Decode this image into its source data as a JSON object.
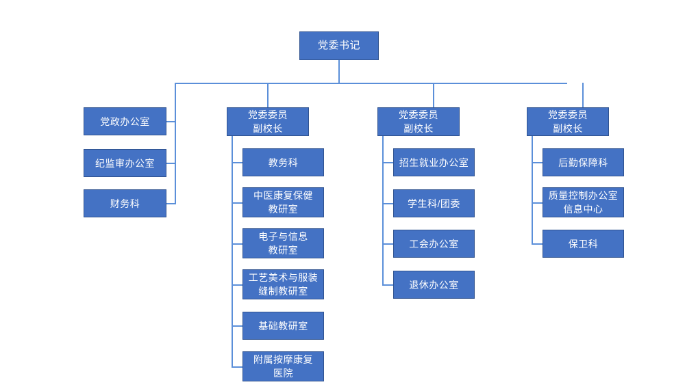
{
  "chart_title": "",
  "colors": {
    "node_fill": "#4472C4",
    "node_border": "#2F528F",
    "node_text": "#FFFFFF",
    "connector": "#5B8FD9",
    "background": "#FFFFFF"
  },
  "chart_data": {
    "type": "diagram",
    "diagram_kind": "organizational-chart",
    "orientation": "top-down",
    "root": {
      "id": "root",
      "label": "党委书记"
    },
    "columns": [
      {
        "id": "col1",
        "header": null,
        "attachment": "right",
        "nodes": [
          {
            "id": "c1n1",
            "label": "党政办公室"
          },
          {
            "id": "c1n2",
            "label": "纪监审办公室"
          },
          {
            "id": "c1n3",
            "label": "财务科"
          }
        ]
      },
      {
        "id": "col2",
        "header": {
          "id": "c2h",
          "label": "党委委员\n副校长"
        },
        "attachment": "left",
        "nodes": [
          {
            "id": "c2n1",
            "label": "教务科"
          },
          {
            "id": "c2n2",
            "label": "中医康复保健\n教研室"
          },
          {
            "id": "c2n3",
            "label": "电子与信息\n教研室"
          },
          {
            "id": "c2n4",
            "label": "工艺美术与服装\n缝制教研室"
          },
          {
            "id": "c2n5",
            "label": "基础教研室"
          },
          {
            "id": "c2n6",
            "label": "附属按摩康复\n医院"
          }
        ]
      },
      {
        "id": "col3",
        "header": {
          "id": "c3h",
          "label": "党委委员\n副校长"
        },
        "attachment": "left",
        "nodes": [
          {
            "id": "c3n1",
            "label": "招生就业办公室"
          },
          {
            "id": "c3n2",
            "label": "学生科/团委"
          },
          {
            "id": "c3n3",
            "label": "工会办公室"
          },
          {
            "id": "c3n4",
            "label": "退休办公室"
          }
        ]
      },
      {
        "id": "col4",
        "header": {
          "id": "c4h",
          "label": "党委委员\n副校长"
        },
        "attachment": "left",
        "nodes": [
          {
            "id": "c4n1",
            "label": "后勤保障科"
          },
          {
            "id": "c4n2",
            "label": "质量控制办公室\n信息中心"
          },
          {
            "id": "c4n3",
            "label": "保卫科"
          }
        ]
      }
    ]
  }
}
